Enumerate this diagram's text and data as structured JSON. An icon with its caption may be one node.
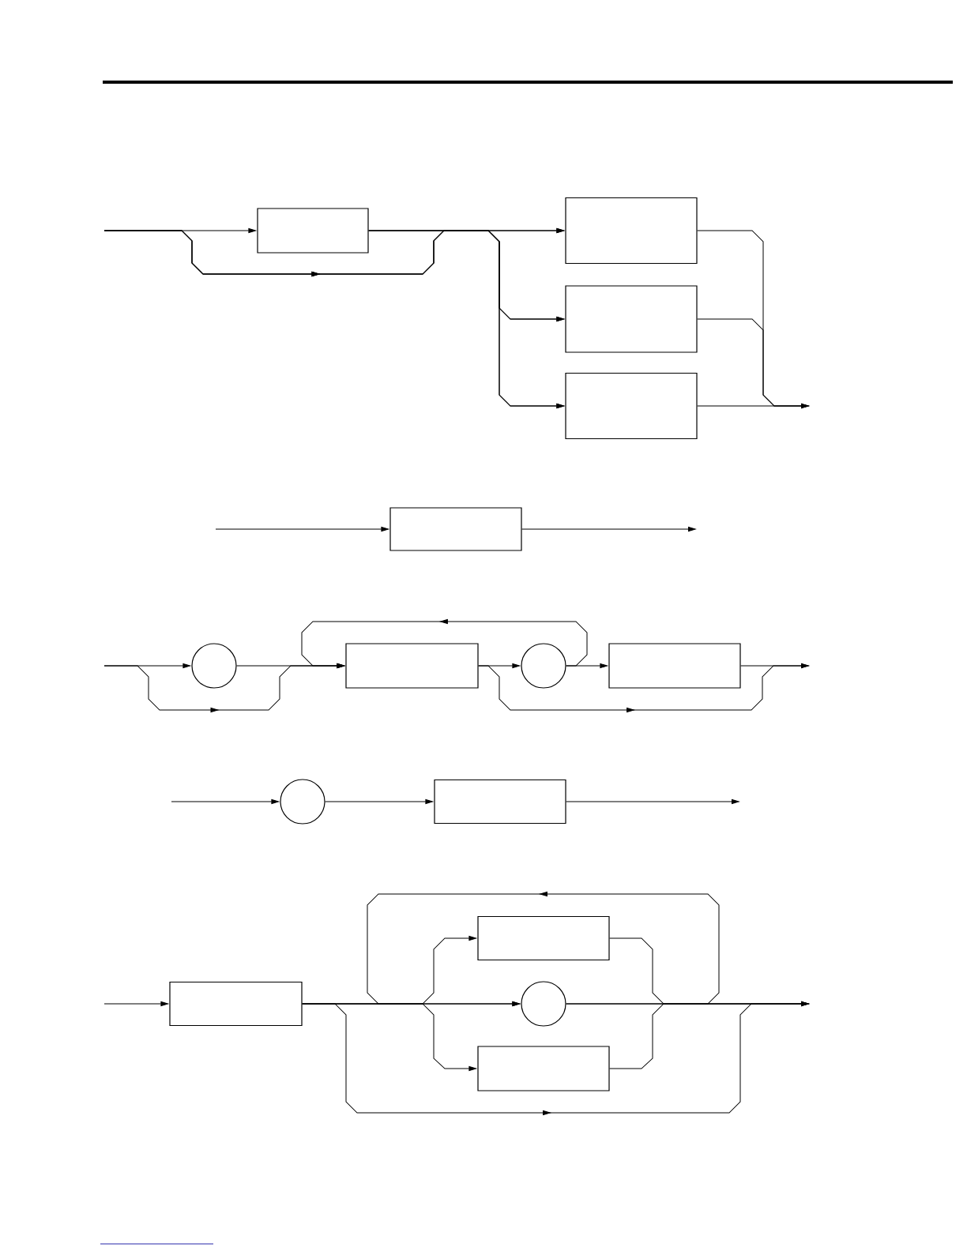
{
  "diagram": {
    "nodes": [
      {
        "text": [],
        "shape": "box"
      },
      {
        "text": [],
        "shape": "box"
      },
      {
        "text": [],
        "shape": "box"
      },
      {
        "text": [],
        "shape": "box"
      },
      {
        "text": [],
        "shape": "box"
      },
      {
        "text": [],
        "shape": "circle"
      },
      {
        "text": [],
        "shape": "box"
      },
      {
        "text": [],
        "shape": "circle"
      },
      {
        "text": [],
        "shape": "box"
      },
      {
        "text": [],
        "shape": "circle"
      },
      {
        "text": [],
        "shape": "box"
      },
      {
        "text": [],
        "shape": "box"
      },
      {
        "text": [],
        "shape": "box"
      },
      {
        "text": [],
        "shape": "circle"
      },
      {
        "text": [],
        "shape": "box"
      }
    ],
    "edges": [
      {
        "from": null,
        "to": 0,
        "arrow": "to"
      },
      {
        "from": null,
        "to": 1,
        "arrow": "to"
      },
      {
        "from": null,
        "to": 2,
        "arrow": "to"
      },
      {
        "from": null,
        "to": 3,
        "arrow": "to"
      },
      {
        "from": 0,
        "to": 1,
        "arrow": "to"
      },
      {
        "from": 0,
        "to": 2,
        "arrow": "to"
      },
      {
        "from": 0,
        "to": 3,
        "arrow": "to"
      },
      {
        "from": 1,
        "to": null,
        "arrow": "to"
      },
      {
        "from": 2,
        "to": null,
        "arrow": "to"
      },
      {
        "from": 3,
        "to": null,
        "arrow": "to"
      },
      {
        "from": null,
        "to": 4,
        "arrow": "to"
      },
      {
        "from": 4,
        "to": null,
        "arrow": "to"
      },
      {
        "from": null,
        "to": 5,
        "arrow": "to"
      },
      {
        "from": null,
        "to": 6,
        "arrow": "to"
      },
      {
        "from": 5,
        "to": 6,
        "arrow": "to"
      },
      {
        "from": 6,
        "to": 7,
        "arrow": "to"
      },
      {
        "from": 7,
        "to": 8,
        "arrow": "to"
      },
      {
        "from": 7,
        "to": 6,
        "arrow": "to"
      },
      {
        "from": 6,
        "to": null,
        "arrow": "to"
      },
      {
        "from": 8,
        "to": null,
        "arrow": "to"
      },
      {
        "from": null,
        "to": 9,
        "arrow": "to"
      },
      {
        "from": 9,
        "to": 10,
        "arrow": "to"
      },
      {
        "from": 10,
        "to": null,
        "arrow": "to"
      },
      {
        "from": null,
        "to": 11,
        "arrow": "to"
      },
      {
        "from": 11,
        "to": 12,
        "arrow": "to"
      },
      {
        "from": 11,
        "to": 13,
        "arrow": "to"
      },
      {
        "from": 11,
        "to": 14,
        "arrow": "to"
      },
      {
        "from": 11,
        "to": null,
        "arrow": "to"
      },
      {
        "from": 12,
        "to": null,
        "arrow": "to"
      },
      {
        "from": 13,
        "to": null,
        "arrow": "to"
      },
      {
        "from": 14,
        "to": null,
        "arrow": "to"
      },
      {
        "from": 13,
        "to": 13,
        "arrow": "to"
      }
    ]
  }
}
